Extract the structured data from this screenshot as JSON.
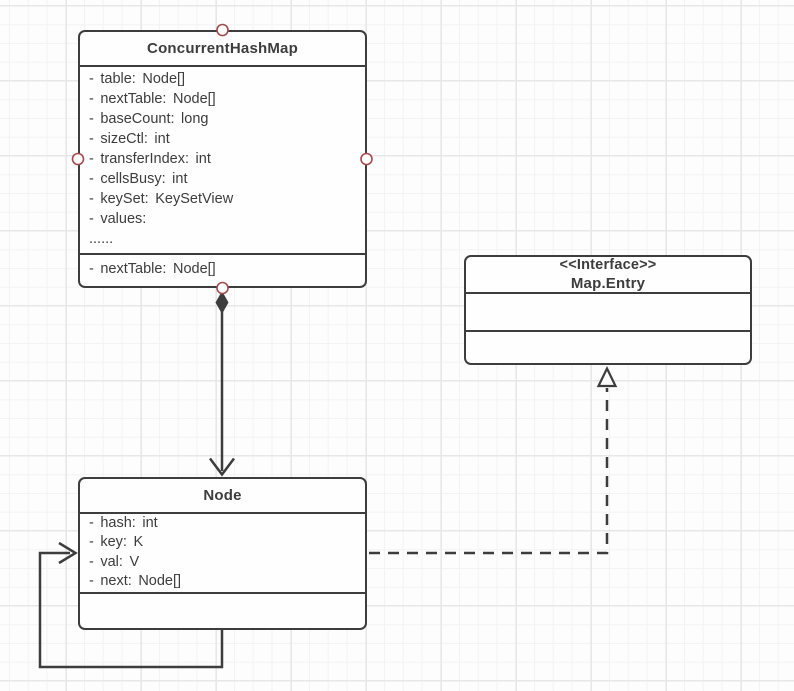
{
  "diagram": {
    "colors": {
      "canvas_background": "#fdfdfd",
      "grid_minor": "#f3f3f3",
      "grid_major": "#e7e7e7",
      "stroke": "#3d3d3d",
      "text": "#3d3d3d",
      "connection_handle": "#a34a4a"
    },
    "concurrent_hash_map": {
      "title": "ConcurrentHashMap",
      "attributes": [
        "- table: Node[]",
        "- nextTable: Node[]",
        "- baseCount: long",
        "- sizeCtl: int",
        "- transferIndex: int",
        "- cellsBusy: int",
        "- keySet: KeySetView",
        "- values:",
        "......"
      ],
      "extra": [
        "- nextTable: Node[]"
      ]
    },
    "map_entry": {
      "stereotype": "<<Interface>>",
      "title": "Map.Entry"
    },
    "node": {
      "title": "Node",
      "attributes": [
        "- hash: int",
        "- key: K",
        "- val: V",
        "- next: Node[]"
      ]
    }
  }
}
